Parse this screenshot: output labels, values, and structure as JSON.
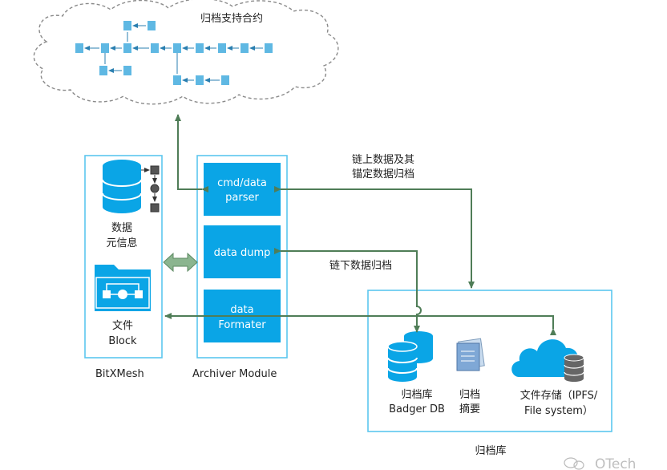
{
  "cloud": {
    "title": "归档支持合约"
  },
  "bitxmesh": {
    "meta_line1": "数据",
    "meta_line2": "元信息",
    "file_line1": "文件",
    "file_line2": "Block",
    "caption": "BitXMesh"
  },
  "archiver": {
    "block1_line1": "cmd/data",
    "block1_line2": "parser",
    "block2": "data dump",
    "block3_line1": "data",
    "block3_line2": "Formater",
    "caption": "Archiver Module"
  },
  "edges": {
    "onchain_line1": "链上数据及其",
    "onchain_line2": "锚定数据归档",
    "offchain": "链下数据归档"
  },
  "archive": {
    "db_line1": "归档库",
    "db_line2": "Badger DB",
    "summary_line1": "归档",
    "summary_line2": "摘要",
    "storage_line1": "文件存储（IPFS/",
    "storage_line2": "File system）",
    "caption": "归档库"
  },
  "watermark": {
    "text": "OTech"
  },
  "colors": {
    "module_blue": "#0aa5e6",
    "frame_blue": "#5bc6ee",
    "arrow_green": "#4f7d57",
    "chain_blue": "#5fb8e3"
  }
}
